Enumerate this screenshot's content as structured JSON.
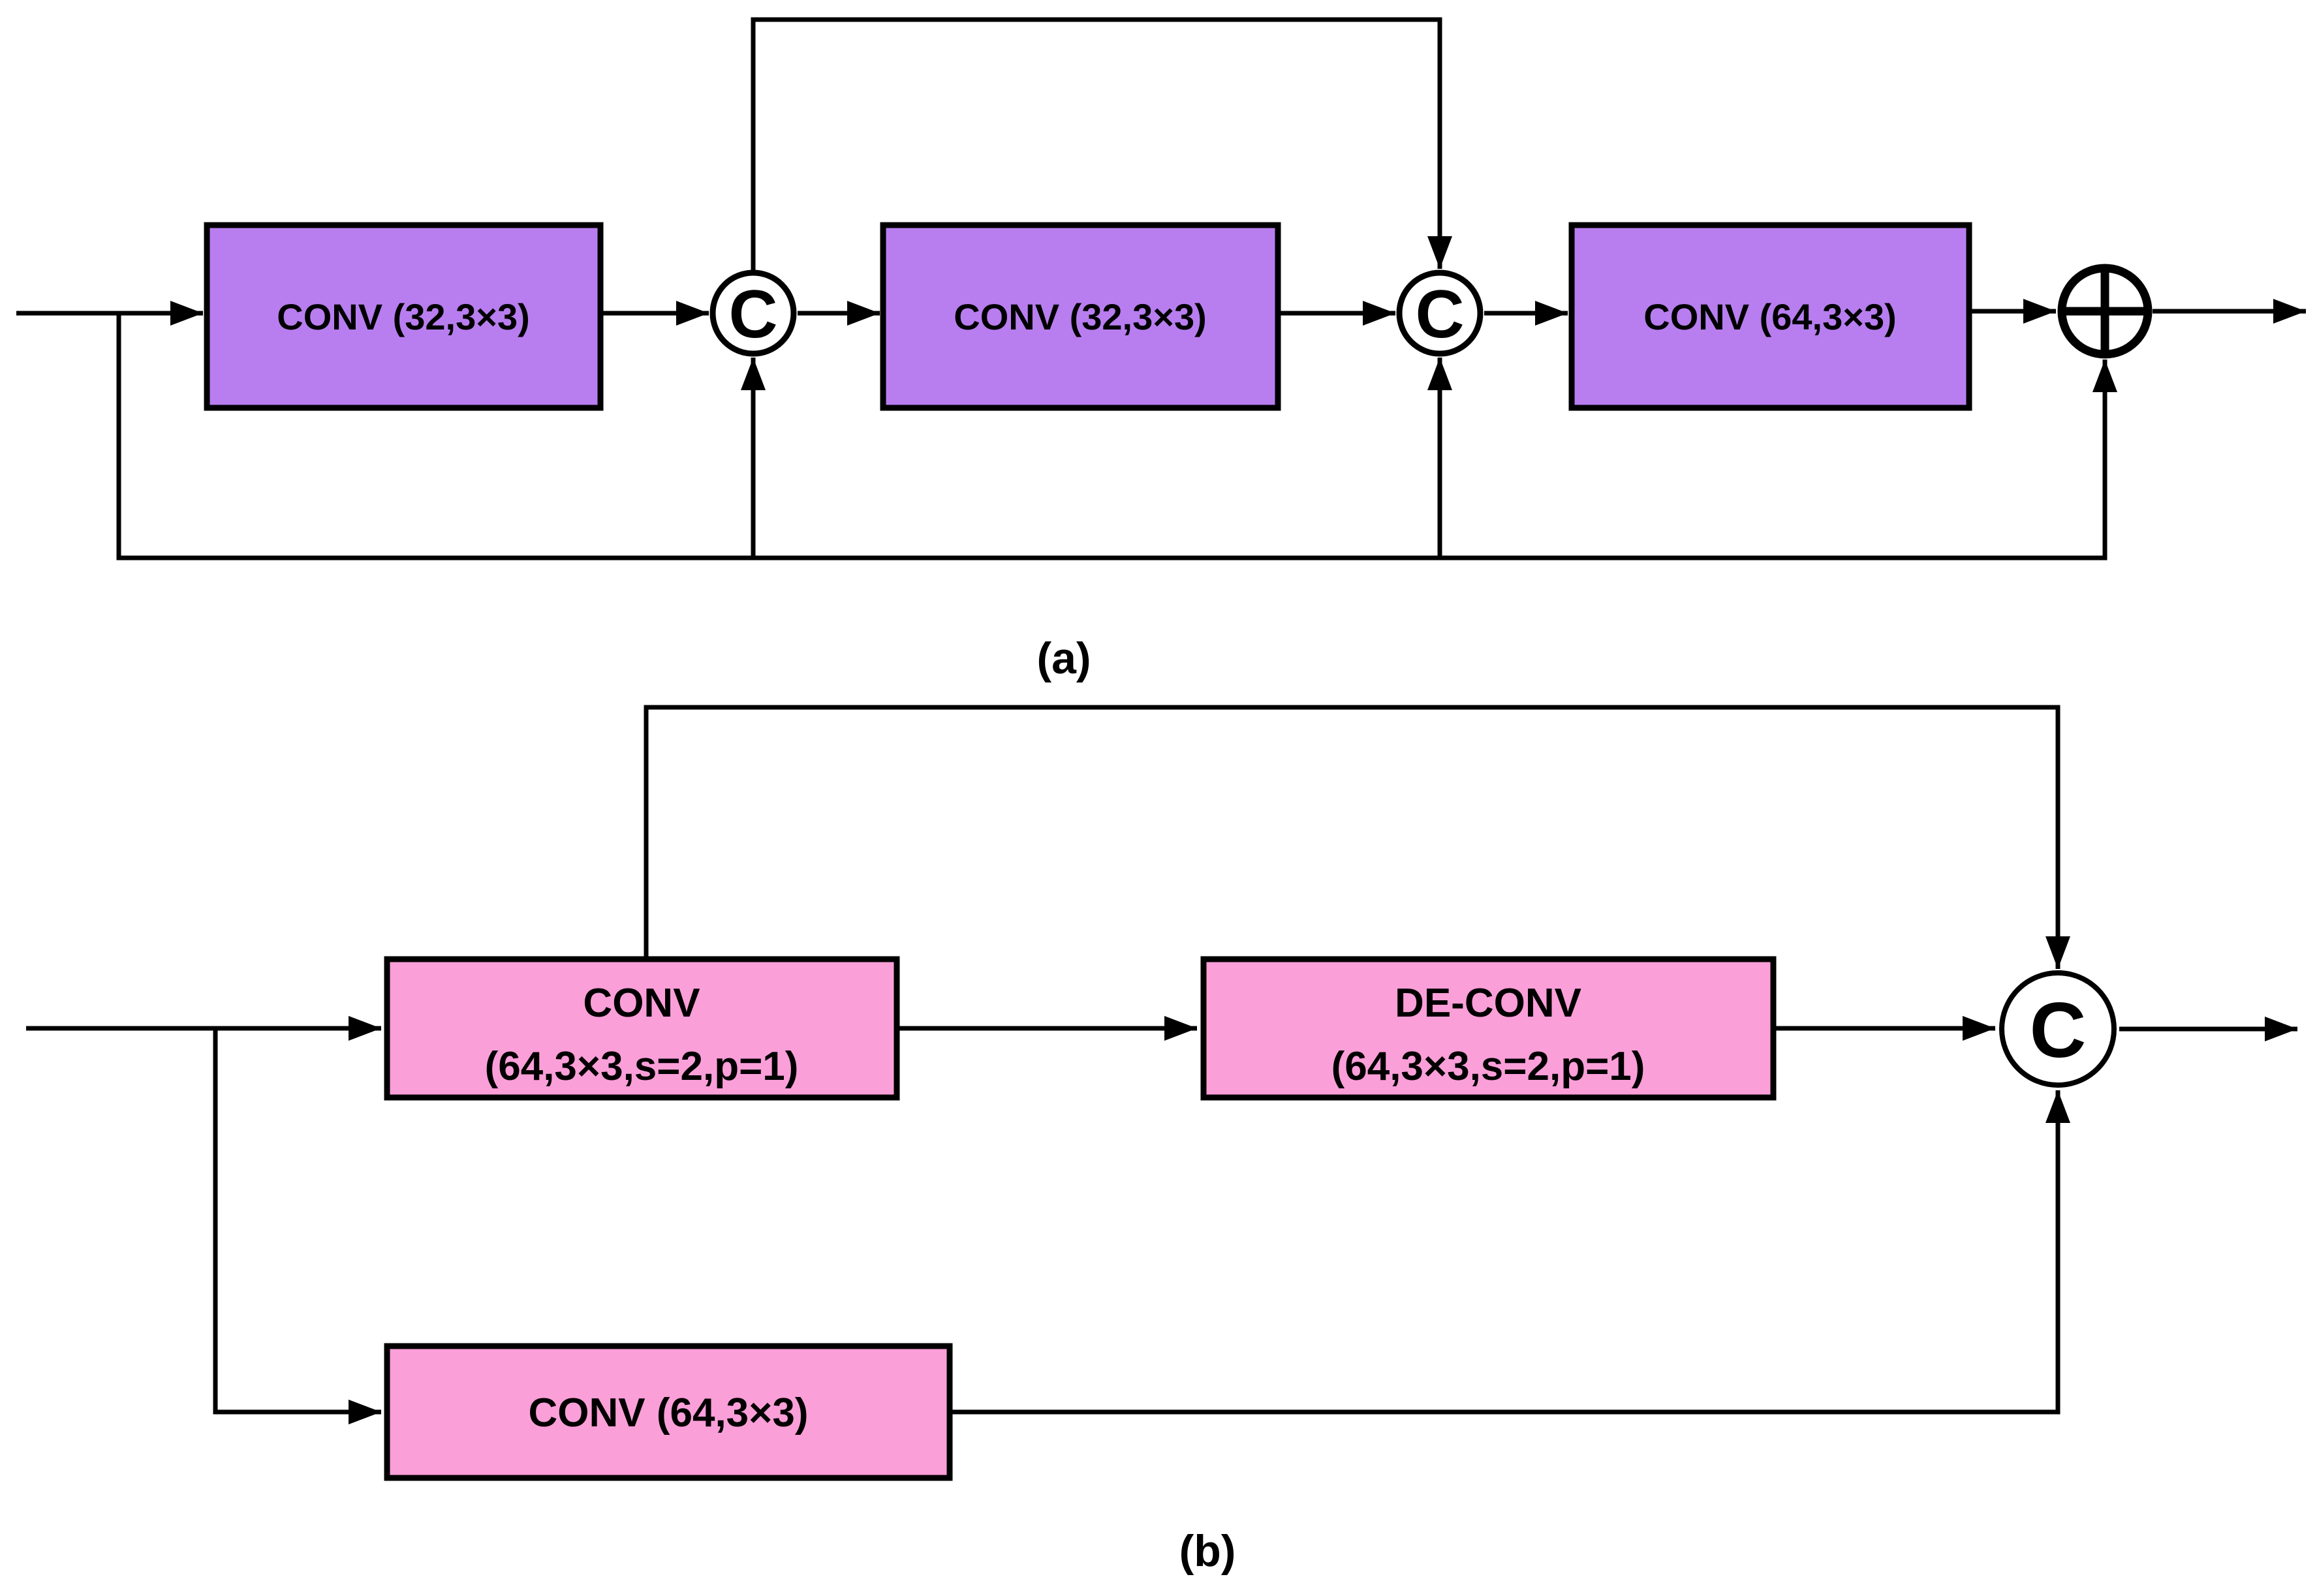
{
  "panel_a": {
    "label": "(a)",
    "conv1_label": "CONV (32,3×3)",
    "conv2_label": "CONV (32,3×3)",
    "conv3_label": "CONV (64,3×3)",
    "concat1_label": "C",
    "concat2_label": "C"
  },
  "panel_b": {
    "label": "(b)",
    "conv_line1": "CONV",
    "conv_line2": "(64,3×3,s=2,p=1)",
    "deconv_line1": "DE-CONV",
    "deconv_line2": "(64,3×3,s=2,p=1)",
    "skip_conv_label": "CONV (64,3×3)",
    "concat_label": "C"
  },
  "colors": {
    "panel_a_box_fill": "#b87ef0",
    "panel_b_box_fill": "#fb9fd9",
    "line_color": "#000000"
  }
}
